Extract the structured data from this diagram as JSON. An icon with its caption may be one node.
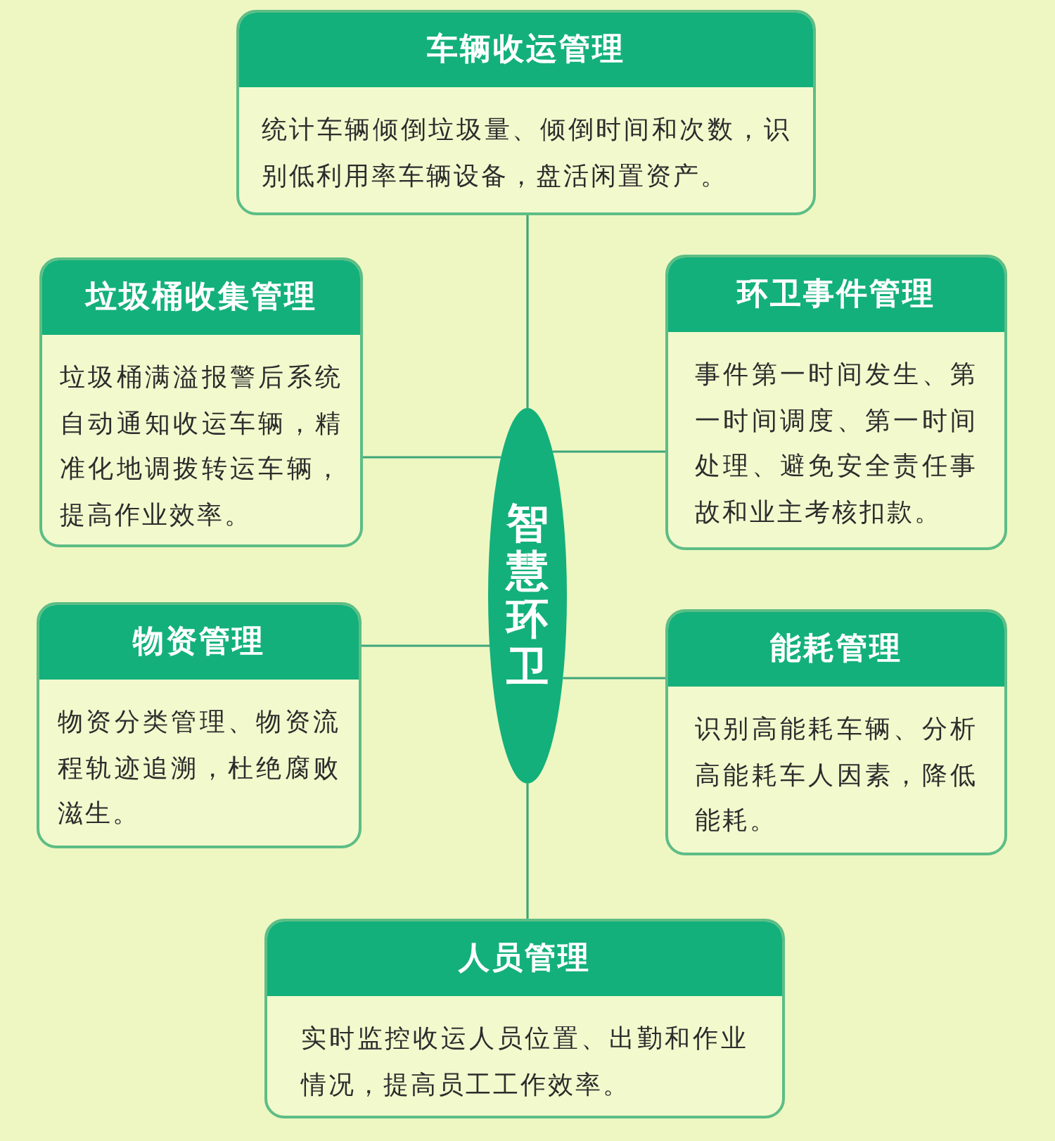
{
  "diagram": {
    "nodes": [
      {
        "text": [
          "车辆收运管理",
          "统计车辆倾倒垃圾量、倾倒时间和次数，识别低利用率车辆设备，盘活闲置资产。"
        ]
      },
      {
        "text": [
          "垃圾桶收集管理",
          "垃圾桶满溢报警后系统自动通知收运车辆，精准化地调拨转运车辆，提高作业效率。"
        ]
      },
      {
        "text": [
          "环卫事件管理",
          "事件第一时间发生、第一时间调度、第一时间处理、避免安全责任事故和业主考核扣款。"
        ]
      },
      {
        "text": [
          "智慧环卫"
        ]
      },
      {
        "text": [
          "物资管理",
          "物资分类管理、物资流程轨迹追溯，杜绝腐败滋生。"
        ]
      },
      {
        "text": [
          "能耗管理",
          "识别高能耗车辆、分析高能耗车人因素，降低能耗。"
        ]
      },
      {
        "text": [
          "人员管理",
          "实时监控收运人员位置、出勤和作业情况，提高员工工作效率。"
        ]
      }
    ],
    "edges": [
      {
        "from": 3,
        "to": 0,
        "arrow": "none"
      },
      {
        "from": 3,
        "to": 1,
        "arrow": "none"
      },
      {
        "from": 3,
        "to": 2,
        "arrow": "none"
      },
      {
        "from": 3,
        "to": 4,
        "arrow": "none"
      },
      {
        "from": 3,
        "to": 5,
        "arrow": "none"
      },
      {
        "from": 3,
        "to": 6,
        "arrow": "none"
      }
    ]
  }
}
